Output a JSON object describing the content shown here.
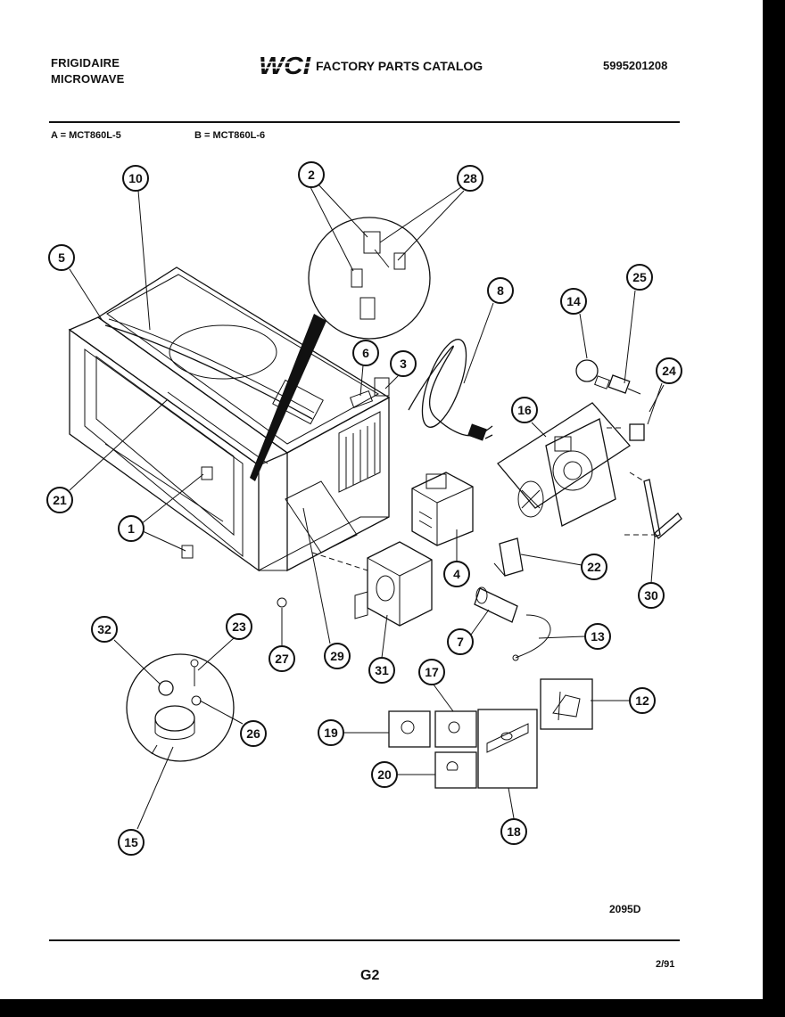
{
  "header": {
    "brand_line1": "FRIGIDAIRE",
    "brand_line2": "MICROWAVE",
    "logo_text": "WCI",
    "catalog_title": "FACTORY PARTS CATALOG",
    "catalog_number": "5995201208"
  },
  "models": {
    "a": "A = MCT860L-5",
    "b": "B = MCT860L-6"
  },
  "callouts": [
    "10",
    "2",
    "28",
    "5",
    "8",
    "14",
    "25",
    "6",
    "3",
    "24",
    "16",
    "21",
    "1",
    "4",
    "22",
    "30",
    "32",
    "23",
    "27",
    "29",
    "31",
    "7",
    "13",
    "17",
    "12",
    "19",
    "26",
    "20",
    "18",
    "15"
  ],
  "footer": {
    "figure_code": "2095D",
    "page_code": "G2",
    "revision_date": "2/91"
  },
  "colors": {
    "ink": "#111111",
    "paper": "#ffffff",
    "border": "#000000"
  }
}
